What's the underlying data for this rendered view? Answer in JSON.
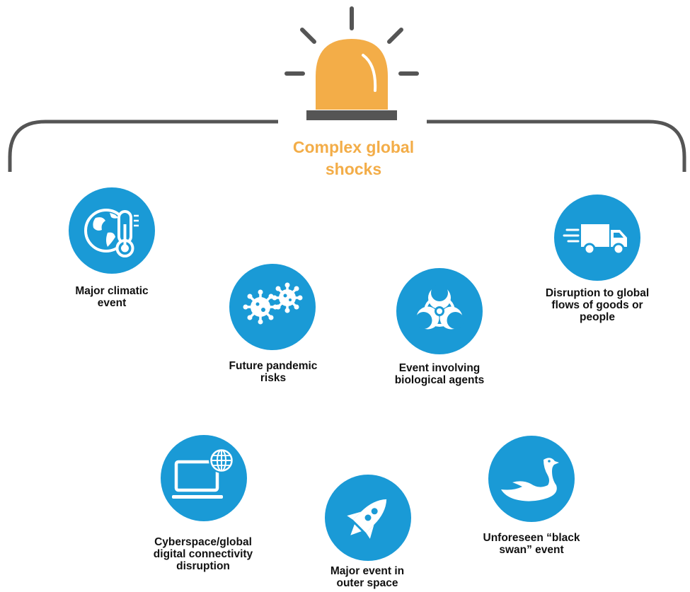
{
  "header": {
    "title_line1": "Complex global",
    "title_line2": "shocks"
  },
  "colors": {
    "accent": "#f3ad48",
    "icon_circle": "#1a9ad6",
    "bracket": "#555555",
    "text": "#111111"
  },
  "shocks": [
    {
      "icon": "globe-thermometer-icon",
      "label_lines": [
        "Major climatic",
        "event"
      ]
    },
    {
      "icon": "virus-icon",
      "label_lines": [
        "Future pandemic",
        "risks"
      ]
    },
    {
      "icon": "biohazard-icon",
      "label_lines": [
        "Event involving",
        "biological agents"
      ]
    },
    {
      "icon": "delivery-truck-icon",
      "label_lines": [
        "Disruption to global",
        "flows of goods or",
        "people"
      ]
    },
    {
      "icon": "laptop-globe-icon",
      "label_lines": [
        "Cyberspace/global",
        "digital connectivity",
        "disruption"
      ]
    },
    {
      "icon": "rocket-icon",
      "label_lines": [
        "Major event in",
        "outer space"
      ]
    },
    {
      "icon": "swan-icon",
      "label_lines": [
        "Unforeseen “black",
        "swan” event"
      ]
    }
  ]
}
